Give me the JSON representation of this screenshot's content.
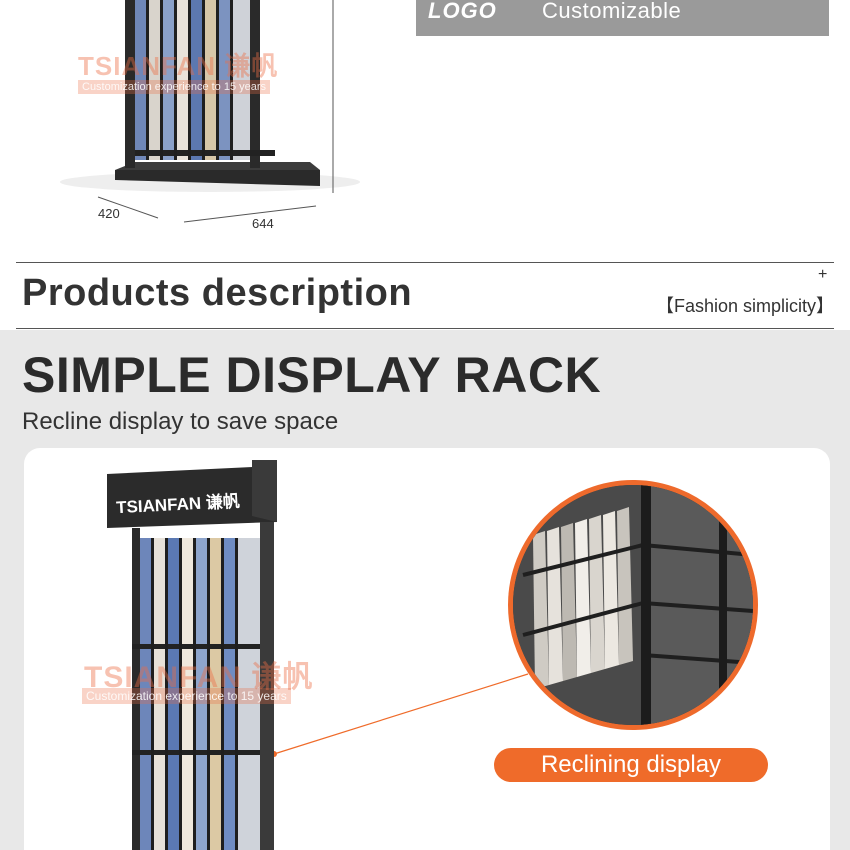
{
  "spec": {
    "key": "LOGO",
    "value": "Customizable"
  },
  "dimensions": {
    "depth": "420",
    "width": "644"
  },
  "watermark": {
    "brand": "TSIANFAN 谦帆",
    "tagline": "Customization experience to 15 years"
  },
  "section": {
    "title": "Products description",
    "plus": "+",
    "tag": "【Fashion simplicity】"
  },
  "feature": {
    "title": "SIMPLE DISPLAY RACK",
    "subtitle": "Recline display to save space",
    "rack_sign": "TSIANFAN 谦帆",
    "callout": "Reclining display"
  },
  "colors": {
    "accent": "#ef6b2a",
    "grey_bar": "#9a9a9a",
    "panel_bg": "#e8e8e8",
    "rack": "#2c2c2c"
  }
}
